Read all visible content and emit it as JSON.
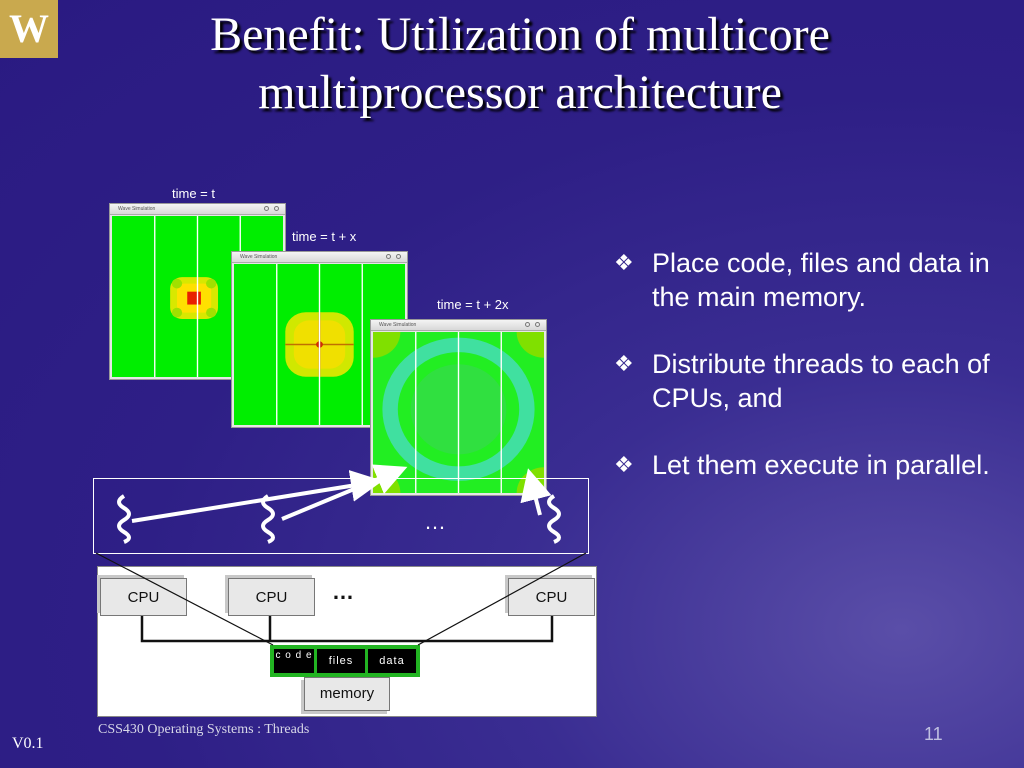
{
  "logo": {
    "letter": "W"
  },
  "title": {
    "line1": "Benefit: Utilization of multicore",
    "line2": "multiprocessor architecture"
  },
  "windows": [
    {
      "time_label": "time = t",
      "titlebar": "Wave Simulation"
    },
    {
      "time_label": "time = t + x",
      "titlebar": "Wave Simulation"
    },
    {
      "time_label": "time = t + 2x",
      "titlebar": "Wave Simulation"
    }
  ],
  "bullets": [
    {
      "marker": "❖",
      "text": "Place code, files and data in the main memory."
    },
    {
      "marker": "❖",
      "text": "Distribute threads to each of CPUs, and"
    },
    {
      "marker": "❖",
      "text": "Let them execute in parallel."
    }
  ],
  "thread_box": {
    "ellipsis": "…"
  },
  "hardware": {
    "cpus": [
      "CPU",
      "CPU",
      "CPU"
    ],
    "ellipsis": "…",
    "memory_cells": {
      "code": "c o d e",
      "files": "files",
      "data": "data"
    },
    "memory_label": "memory"
  },
  "colors": {
    "background": "#2e1f86",
    "logo": "#c9a94e",
    "sim_green": "#00ee00",
    "memory_bar": "#22b422"
  },
  "footer": {
    "course": "CSS430 Operating Systems : Threads",
    "version": "V0.1",
    "page": "11"
  }
}
